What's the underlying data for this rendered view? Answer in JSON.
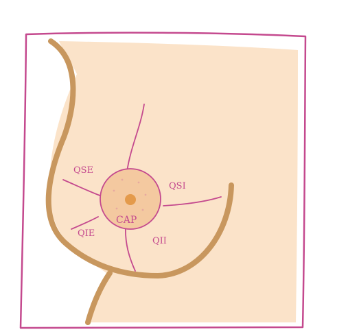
{
  "colors": {
    "frame": "#c4498e",
    "fill": "#fbe3c9",
    "contour": "#c8975e",
    "division_lines": "#c4498e",
    "areola": "#f4c9a0",
    "areola_ring": "#c4498e",
    "nipple": "#e49a4b",
    "dots": "#e7a9a0",
    "text": "#c4498e"
  },
  "labels": {
    "qse": "QSE",
    "qsi": "QSI",
    "qie": "QIE",
    "qii": "QII",
    "cap": "CAP"
  }
}
